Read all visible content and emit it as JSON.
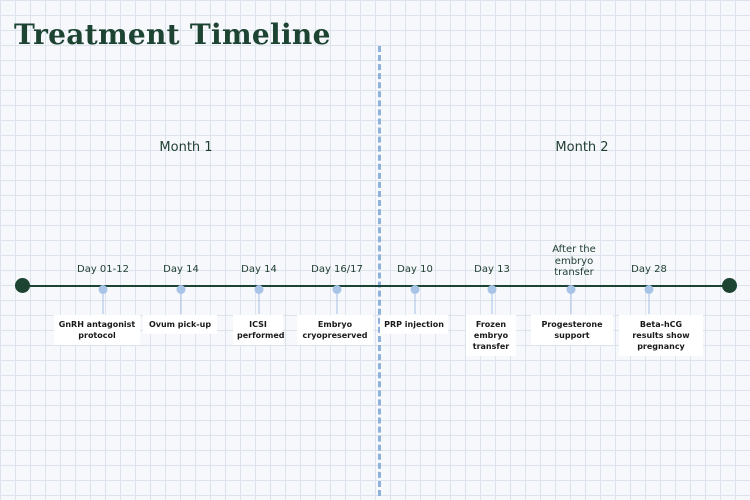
{
  "title": "Treatment Timeline",
  "months": [
    "Month 1",
    "Month 2"
  ],
  "events": [
    {
      "day": "Day 01-12",
      "label": "GnRH antagonist protocol"
    },
    {
      "day": "Day 14",
      "label": "Ovum pick-up"
    },
    {
      "day": "Day 14",
      "label": "ICSI performed"
    },
    {
      "day": "Day 16/17",
      "label": "Embryo cryopreserved"
    },
    {
      "day": "Day 10",
      "label": "PRP injection"
    },
    {
      "day": "Day 13",
      "label": "Frozen embryo transfer"
    },
    {
      "day": "After the embryo transfer",
      "label": "Progesterone support"
    },
    {
      "day": "Day 28",
      "label": "Beta-hCG results show pregnancy"
    }
  ],
  "colors": {
    "accent": "#1d4433",
    "marker": "#a7c3e6",
    "divider": "#8fb2dc"
  }
}
